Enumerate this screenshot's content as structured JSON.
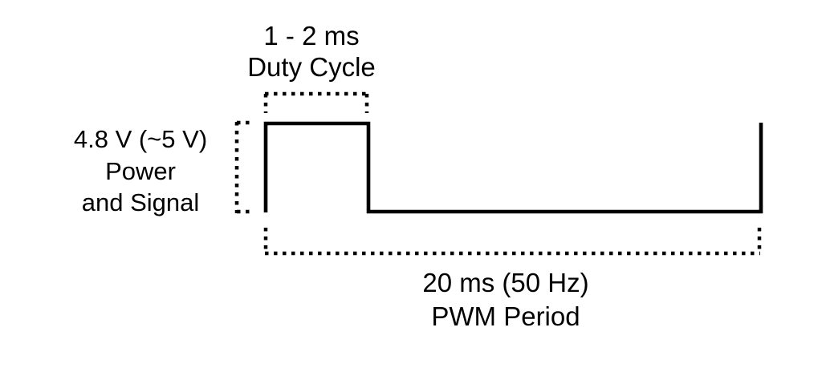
{
  "diagram": {
    "title": "PWM servo control signal timing diagram",
    "background_color": "#ffffff",
    "stroke_color": "#000000",
    "labels": {
      "duty_cycle": {
        "line1": "1 - 2 ms",
        "line2": "Duty Cycle"
      },
      "voltage": {
        "line1": "4.8 V (~5 V)",
        "line2": "Power",
        "line3": "and Signal"
      },
      "pwm_period": {
        "line1": "20 ms (50 Hz)",
        "line2": "PWM Period"
      }
    }
  },
  "chart_data": {
    "type": "line",
    "title": "PWM Period and Duty Cycle",
    "xlabel": "20 ms (50 Hz) PWM Period",
    "ylabel": "4.8 V (~5 V) Power and Signal",
    "xlim": [
      0,
      20
    ],
    "ylim": [
      0,
      4.8
    ],
    "grid": false,
    "legend": "none",
    "x_unit": "ms",
    "y_unit": "V",
    "series": [
      {
        "name": "PWM signal",
        "x": [
          0,
          0,
          2,
          2,
          20,
          20
        ],
        "values": [
          0,
          4.8,
          4.8,
          0,
          0,
          4.8
        ]
      }
    ],
    "annotations": [
      {
        "name": "duty-cycle-bracket",
        "text": "1 - 2 ms Duty Cycle",
        "x_start": 0,
        "x_end": 2,
        "position": "top"
      },
      {
        "name": "voltage-bracket",
        "text": "4.8 V (~5 V) Power and Signal",
        "y_start": 0,
        "y_end": 4.8,
        "position": "left"
      },
      {
        "name": "pwm-period-bracket",
        "text": "20 ms (50 Hz) PWM Period",
        "x_start": 0,
        "x_end": 20,
        "position": "bottom"
      }
    ]
  }
}
